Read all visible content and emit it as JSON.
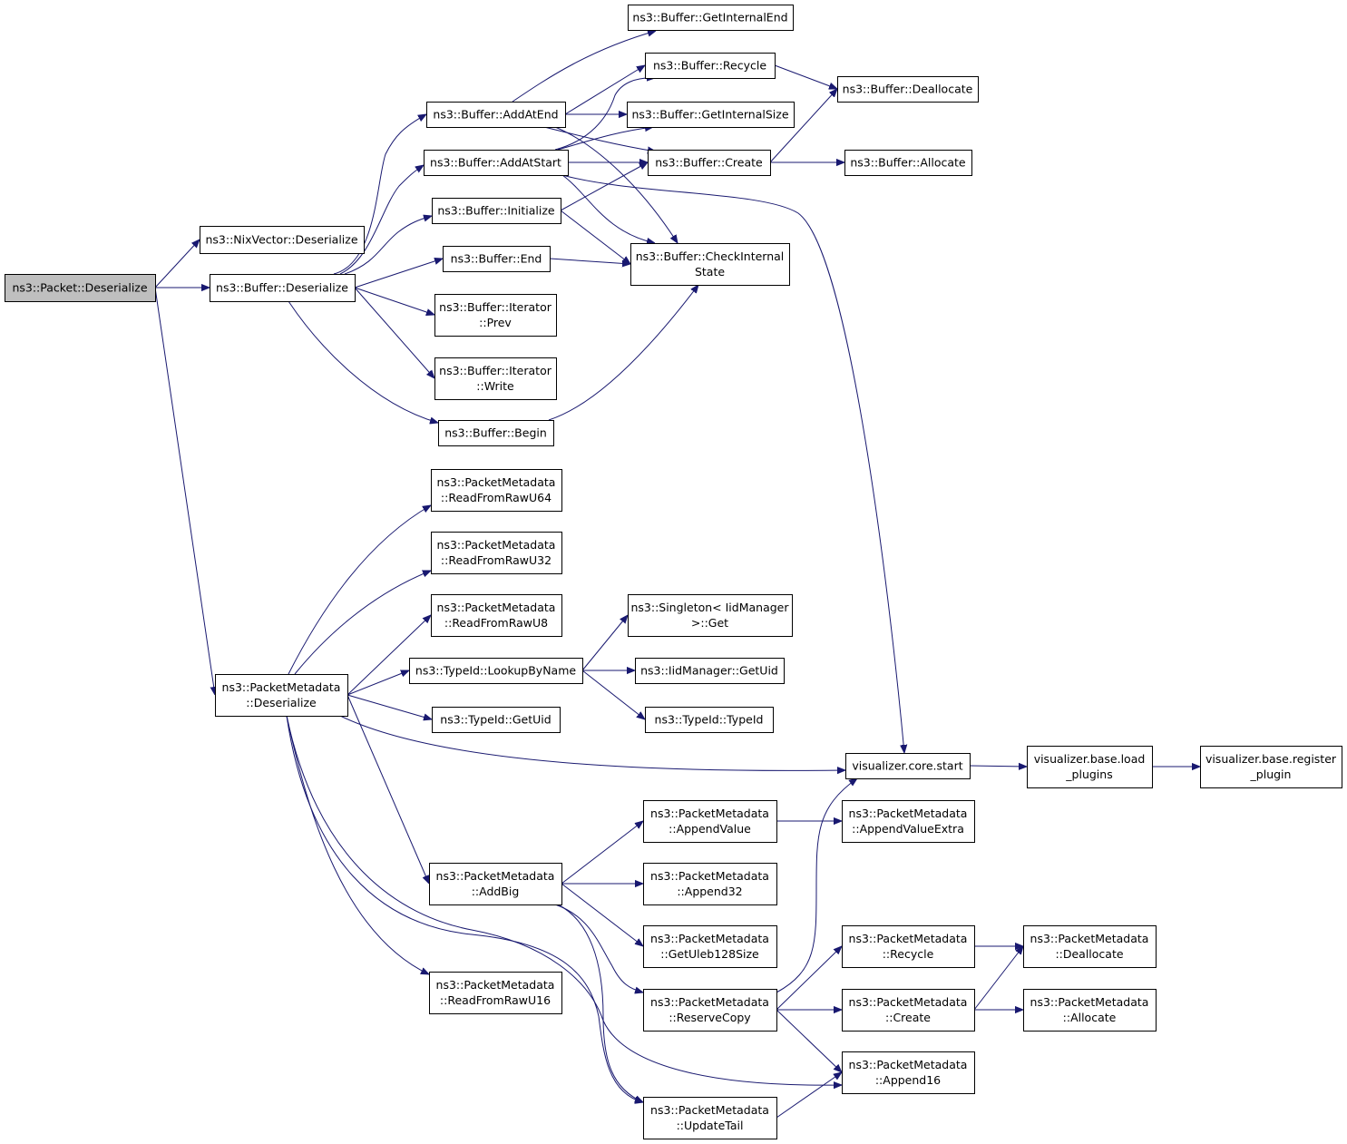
{
  "graph": {
    "root": "Packet_Deserialize",
    "nodes": [
      {
        "id": "Packet_Deserialize",
        "lines": [
          "ns3::Packet::Deserialize"
        ],
        "root": true
      },
      {
        "id": "NixVector_Deserialize",
        "lines": [
          "ns3::NixVector::Deserialize"
        ]
      },
      {
        "id": "Buffer_Deserialize",
        "lines": [
          "ns3::Buffer::Deserialize"
        ]
      },
      {
        "id": "PM_Deserialize",
        "lines": [
          "ns3::PacketMetadata",
          "::Deserialize"
        ]
      },
      {
        "id": "Buffer_AddAtEnd",
        "lines": [
          "ns3::Buffer::AddAtEnd"
        ]
      },
      {
        "id": "Buffer_AddAtStart",
        "lines": [
          "ns3::Buffer::AddAtStart"
        ]
      },
      {
        "id": "Buffer_Initialize",
        "lines": [
          "ns3::Buffer::Initialize"
        ]
      },
      {
        "id": "Buffer_End",
        "lines": [
          "ns3::Buffer::End"
        ]
      },
      {
        "id": "Iterator_Prev",
        "lines": [
          "ns3::Buffer::Iterator",
          "::Prev"
        ]
      },
      {
        "id": "Iterator_Write",
        "lines": [
          "ns3::Buffer::Iterator",
          "::Write"
        ]
      },
      {
        "id": "Buffer_Begin",
        "lines": [
          "ns3::Buffer::Begin"
        ]
      },
      {
        "id": "Buffer_GetInternalEnd",
        "lines": [
          "ns3::Buffer::GetInternalEnd"
        ]
      },
      {
        "id": "Buffer_Recycle",
        "lines": [
          "ns3::Buffer::Recycle"
        ]
      },
      {
        "id": "Buffer_GetInternalSize",
        "lines": [
          "ns3::Buffer::GetInternalSize"
        ]
      },
      {
        "id": "Buffer_Create",
        "lines": [
          "ns3::Buffer::Create"
        ]
      },
      {
        "id": "Buffer_CheckInternalState",
        "lines": [
          "ns3::Buffer::CheckInternal",
          "State"
        ]
      },
      {
        "id": "Buffer_Deallocate",
        "lines": [
          "ns3::Buffer::Deallocate"
        ]
      },
      {
        "id": "Buffer_Allocate",
        "lines": [
          "ns3::Buffer::Allocate"
        ]
      },
      {
        "id": "PM_ReadFromRawU64",
        "lines": [
          "ns3::PacketMetadata",
          "::ReadFromRawU64"
        ]
      },
      {
        "id": "PM_ReadFromRawU32",
        "lines": [
          "ns3::PacketMetadata",
          "::ReadFromRawU32"
        ]
      },
      {
        "id": "PM_ReadFromRawU8",
        "lines": [
          "ns3::PacketMetadata",
          "::ReadFromRawU8"
        ]
      },
      {
        "id": "TypeId_LookupByName",
        "lines": [
          "ns3::TypeId::LookupByName"
        ]
      },
      {
        "id": "TypeId_GetUid",
        "lines": [
          "ns3::TypeId::GetUid"
        ]
      },
      {
        "id": "Singleton_Get",
        "lines": [
          "ns3::Singleton< IidManager",
          ">::Get"
        ]
      },
      {
        "id": "IidManager_GetUid",
        "lines": [
          "ns3::IidManager::GetUid"
        ]
      },
      {
        "id": "TypeId_TypeId",
        "lines": [
          "ns3::TypeId::TypeId"
        ]
      },
      {
        "id": "visualizer_core_start",
        "lines": [
          "visualizer.core.start"
        ]
      },
      {
        "id": "visualizer_base_load_plugins",
        "lines": [
          "visualizer.base.load",
          "_plugins"
        ]
      },
      {
        "id": "visualizer_base_register_plugin",
        "lines": [
          "visualizer.base.register",
          "_plugin"
        ]
      },
      {
        "id": "PM_AddBig",
        "lines": [
          "ns3::PacketMetadata",
          "::AddBig"
        ]
      },
      {
        "id": "PM_ReadFromRawU16",
        "lines": [
          "ns3::PacketMetadata",
          "::ReadFromRawU16"
        ]
      },
      {
        "id": "PM_AppendValue",
        "lines": [
          "ns3::PacketMetadata",
          "::AppendValue"
        ]
      },
      {
        "id": "PM_AppendValueExtra",
        "lines": [
          "ns3::PacketMetadata",
          "::AppendValueExtra"
        ]
      },
      {
        "id": "PM_Append32",
        "lines": [
          "ns3::PacketMetadata",
          "::Append32"
        ]
      },
      {
        "id": "PM_GetUleb128Size",
        "lines": [
          "ns3::PacketMetadata",
          "::GetUleb128Size"
        ]
      },
      {
        "id": "PM_ReserveCopy",
        "lines": [
          "ns3::PacketMetadata",
          "::ReserveCopy"
        ]
      },
      {
        "id": "PM_Recycle",
        "lines": [
          "ns3::PacketMetadata",
          "::Recycle"
        ]
      },
      {
        "id": "PM_Create",
        "lines": [
          "ns3::PacketMetadata",
          "::Create"
        ]
      },
      {
        "id": "PM_Deallocate",
        "lines": [
          "ns3::PacketMetadata",
          "::Deallocate"
        ]
      },
      {
        "id": "PM_Allocate",
        "lines": [
          "ns3::PacketMetadata",
          "::Allocate"
        ]
      },
      {
        "id": "PM_Append16",
        "lines": [
          "ns3::PacketMetadata",
          "::Append16"
        ]
      },
      {
        "id": "PM_UpdateTail",
        "lines": [
          "ns3::PacketMetadata",
          "::UpdateTail"
        ]
      }
    ],
    "edges": [
      [
        "Packet_Deserialize",
        "NixVector_Deserialize"
      ],
      [
        "Packet_Deserialize",
        "Buffer_Deserialize"
      ],
      [
        "Packet_Deserialize",
        "PM_Deserialize"
      ],
      [
        "Buffer_Deserialize",
        "Buffer_AddAtEnd"
      ],
      [
        "Buffer_Deserialize",
        "Buffer_AddAtStart"
      ],
      [
        "Buffer_Deserialize",
        "Buffer_Initialize"
      ],
      [
        "Buffer_Deserialize",
        "Buffer_End"
      ],
      [
        "Buffer_Deserialize",
        "Iterator_Prev"
      ],
      [
        "Buffer_Deserialize",
        "Iterator_Write"
      ],
      [
        "Buffer_Deserialize",
        "Buffer_Begin"
      ],
      [
        "Buffer_AddAtEnd",
        "Buffer_GetInternalEnd"
      ],
      [
        "Buffer_AddAtEnd",
        "Buffer_Recycle"
      ],
      [
        "Buffer_AddAtEnd",
        "Buffer_GetInternalSize"
      ],
      [
        "Buffer_AddAtEnd",
        "Buffer_Create"
      ],
      [
        "Buffer_AddAtEnd",
        "Buffer_CheckInternalState"
      ],
      [
        "Buffer_AddAtStart",
        "Buffer_Recycle"
      ],
      [
        "Buffer_AddAtStart",
        "Buffer_GetInternalSize"
      ],
      [
        "Buffer_AddAtStart",
        "Buffer_Create"
      ],
      [
        "Buffer_AddAtStart",
        "Buffer_CheckInternalState"
      ],
      [
        "Buffer_AddAtStart",
        "visualizer_core_start"
      ],
      [
        "Buffer_Initialize",
        "Buffer_Create"
      ],
      [
        "Buffer_Initialize",
        "Buffer_CheckInternalState"
      ],
      [
        "Buffer_End",
        "Buffer_CheckInternalState"
      ],
      [
        "Buffer_Begin",
        "Buffer_CheckInternalState"
      ],
      [
        "Buffer_Recycle",
        "Buffer_Deallocate"
      ],
      [
        "Buffer_Create",
        "Buffer_Deallocate"
      ],
      [
        "Buffer_Create",
        "Buffer_Allocate"
      ],
      [
        "PM_Deserialize",
        "PM_ReadFromRawU64"
      ],
      [
        "PM_Deserialize",
        "PM_ReadFromRawU32"
      ],
      [
        "PM_Deserialize",
        "PM_ReadFromRawU8"
      ],
      [
        "PM_Deserialize",
        "TypeId_LookupByName"
      ],
      [
        "PM_Deserialize",
        "TypeId_GetUid"
      ],
      [
        "PM_Deserialize",
        "visualizer_core_start"
      ],
      [
        "PM_Deserialize",
        "PM_AddBig"
      ],
      [
        "PM_Deserialize",
        "PM_ReadFromRawU16"
      ],
      [
        "PM_Deserialize",
        "PM_Append16"
      ],
      [
        "PM_Deserialize",
        "PM_UpdateTail"
      ],
      [
        "TypeId_LookupByName",
        "Singleton_Get"
      ],
      [
        "TypeId_LookupByName",
        "IidManager_GetUid"
      ],
      [
        "TypeId_LookupByName",
        "TypeId_TypeId"
      ],
      [
        "visualizer_core_start",
        "visualizer_base_load_plugins"
      ],
      [
        "visualizer_base_load_plugins",
        "visualizer_base_register_plugin"
      ],
      [
        "PM_AddBig",
        "PM_AppendValue"
      ],
      [
        "PM_AddBig",
        "PM_Append32"
      ],
      [
        "PM_AddBig",
        "PM_GetUleb128Size"
      ],
      [
        "PM_AddBig",
        "PM_ReserveCopy"
      ],
      [
        "PM_AddBig",
        "PM_UpdateTail"
      ],
      [
        "PM_AppendValue",
        "PM_AppendValueExtra"
      ],
      [
        "PM_ReserveCopy",
        "PM_Recycle"
      ],
      [
        "PM_ReserveCopy",
        "PM_Create"
      ],
      [
        "PM_ReserveCopy",
        "PM_Append16"
      ],
      [
        "PM_ReserveCopy",
        "visualizer_core_start"
      ],
      [
        "PM_Recycle",
        "PM_Deallocate"
      ],
      [
        "PM_Create",
        "PM_Deallocate"
      ],
      [
        "PM_Create",
        "PM_Allocate"
      ],
      [
        "PM_UpdateTail",
        "PM_Append16"
      ]
    ]
  }
}
